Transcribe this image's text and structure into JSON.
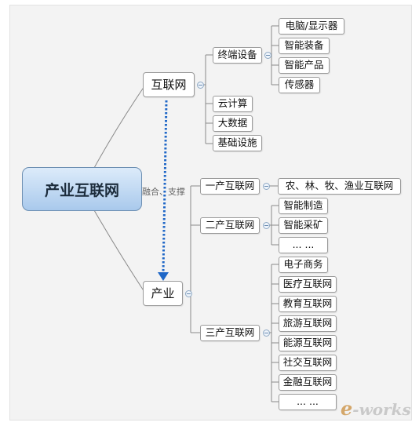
{
  "root": "产业互联网",
  "relation_label": "融合、支撑",
  "internet": {
    "label": "互联网",
    "children": [
      {
        "label": "终端设备",
        "children": [
          "电脑/显示器",
          "智能装备",
          "智能产品",
          "传感器"
        ]
      },
      {
        "label": "云计算"
      },
      {
        "label": "大数据"
      },
      {
        "label": "基础设施"
      }
    ]
  },
  "industry": {
    "label": "产业",
    "children": [
      {
        "label": "一产互联网",
        "children": [
          "农、林、牧、渔业互联网"
        ]
      },
      {
        "label": "二产互联网",
        "children": [
          "智能制造",
          "智能采矿",
          "... ..."
        ]
      },
      {
        "label": "三产互联网",
        "children": [
          "电子商务",
          "医疗互联网",
          "教育互联网",
          "旅游互联网",
          "能源互联网",
          "社交互联网",
          "金融互联网",
          "... ..."
        ]
      }
    ]
  },
  "watermark": {
    "prefix": "e",
    "suffix": "-works"
  },
  "colors": {
    "root_fill": "#a9c9ec",
    "dotted_arrow": "#1f67c7",
    "connector": "#8a8a8a"
  }
}
